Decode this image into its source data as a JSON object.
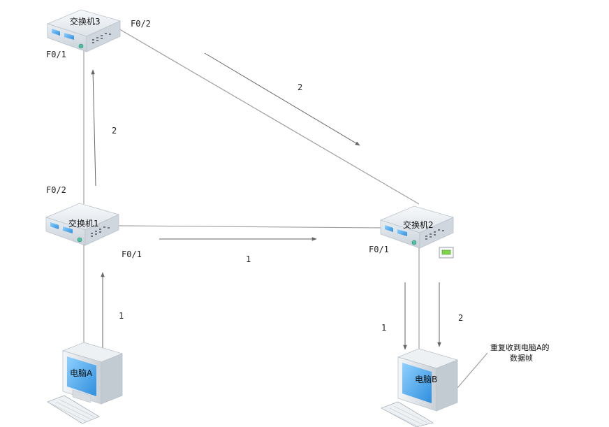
{
  "devices": {
    "sw3": {
      "label": "交换机3"
    },
    "sw1": {
      "label": "交换机1"
    },
    "sw2": {
      "label": "交换机2"
    },
    "pcA": {
      "label": "电脑A"
    },
    "pcB": {
      "label": "电脑B"
    }
  },
  "ports": {
    "sw3_f02": "F0/2",
    "sw3_f01": "F0/1",
    "sw1_f02": "F0/2",
    "sw1_f01": "F0/1",
    "sw2_f01": "F0/1"
  },
  "steps": {
    "sw3_to_sw2": "2",
    "sw1_to_sw3": "2",
    "sw1_to_sw2": "1",
    "pcA_to_sw1": "1",
    "sw2_to_pcB_first": "1",
    "sw2_to_pcB_second": "2"
  },
  "annotation": {
    "line1": "重复收到电脑A的",
    "line2": "数据帧"
  },
  "colors": {
    "cable": "#a0a0a0",
    "arrow": "#666666",
    "device_body": "#e4e9ee",
    "device_top": "#f3f6f9",
    "screen": "#4aa6e8",
    "led": "#7fd44a"
  }
}
